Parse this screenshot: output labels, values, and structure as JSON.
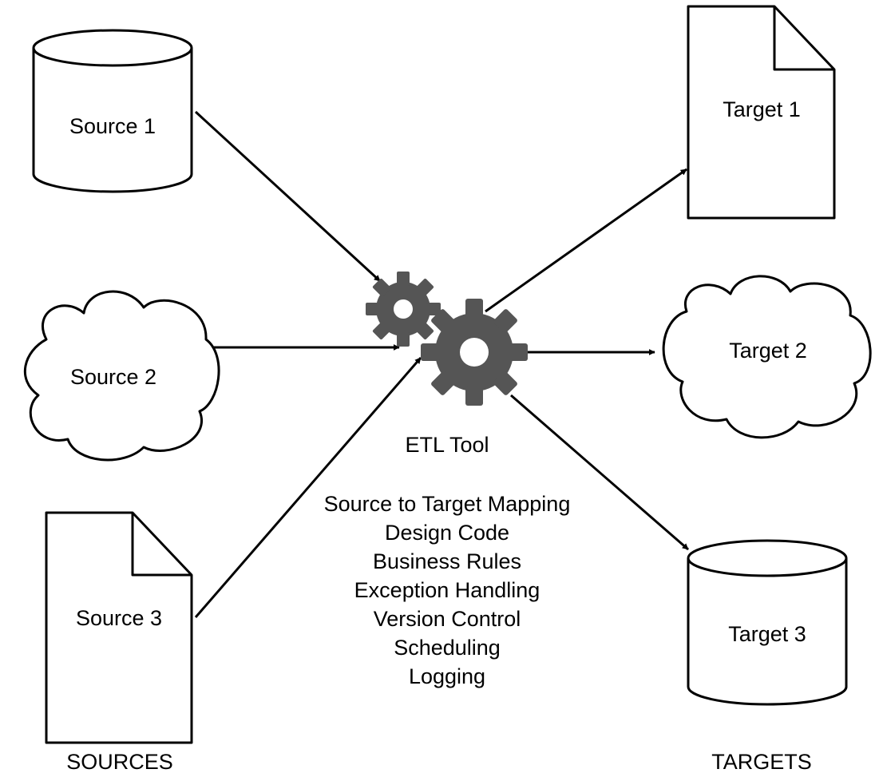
{
  "sources": {
    "source1": "Source 1",
    "source2": "Source 2",
    "source3": "Source 3",
    "footer": "SOURCES"
  },
  "targets": {
    "target1": "Target 1",
    "target2": "Target 2",
    "target3": "Target 3",
    "footer": "TARGETS"
  },
  "etl": {
    "title": "ETL Tool",
    "functions": [
      "Source to Target Mapping",
      "Design Code",
      "Business Rules",
      "Exception Handling",
      "Version Control",
      "Scheduling",
      "Logging"
    ]
  },
  "colors": {
    "gear": "#555555",
    "stroke": "#000000"
  },
  "icons": [
    "database-cylinder",
    "cloud",
    "document",
    "gear"
  ]
}
